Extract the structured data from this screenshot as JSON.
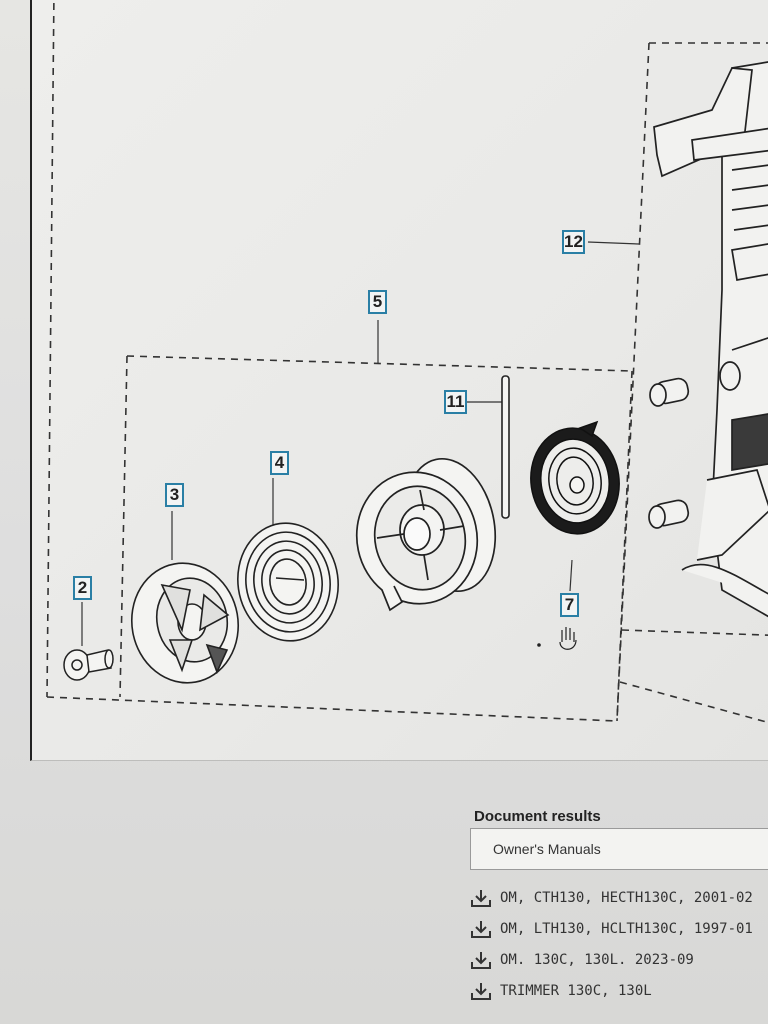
{
  "diagram": {
    "callouts": [
      "2",
      "3",
      "4",
      "5",
      "7",
      "11",
      "12"
    ]
  },
  "documents": {
    "heading": "Document results",
    "selected_category": "Owner's Manuals",
    "items": [
      "OM, CTH130, HECTH130C, 2001-02",
      "OM, LTH130, HCLTH130C, 1997-01",
      "OM. 130C, 130L. 2023-09",
      "TRIMMER 130C, 130L"
    ]
  },
  "icons": {
    "download": "download-icon",
    "cursor": "hand-cursor-icon"
  },
  "colors": {
    "callout_border": "#2a7fa5",
    "line_art": "#222222"
  }
}
